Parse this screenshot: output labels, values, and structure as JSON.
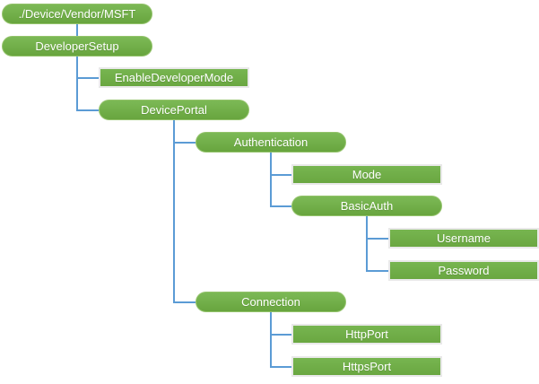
{
  "diagram": {
    "background_color": "#ffffff",
    "node_fill_color": "#70ad47",
    "node_fill_gradient_top": "#7cb956",
    "node_fill_gradient_bottom": "#68a53e",
    "pill_border_color": "#94c36c",
    "rect_border_color": "#e9e9e9",
    "connector_color": "#5b9bd5",
    "text_color": "#ffffff"
  },
  "nodes": [
    {
      "id": "root",
      "label": "./Device/Vendor/MSFT",
      "shape": "pill",
      "level": 0,
      "row": 0,
      "parent": null
    },
    {
      "id": "developer-setup",
      "label": "DeveloperSetup",
      "shape": "pill",
      "level": 0,
      "row": 1,
      "parent": "root"
    },
    {
      "id": "enable-developer-mode",
      "label": "EnableDeveloperMode",
      "shape": "rect",
      "level": 1,
      "row": 2,
      "parent": "developer-setup"
    },
    {
      "id": "device-portal",
      "label": "DevicePortal",
      "shape": "pill",
      "level": 1,
      "row": 3,
      "parent": "developer-setup"
    },
    {
      "id": "authentication",
      "label": "Authentication",
      "shape": "pill",
      "level": 2,
      "row": 4,
      "parent": "device-portal"
    },
    {
      "id": "mode",
      "label": "Mode",
      "shape": "rect",
      "level": 3,
      "row": 5,
      "parent": "authentication"
    },
    {
      "id": "basic-auth",
      "label": "BasicAuth",
      "shape": "pill",
      "level": 3,
      "row": 6,
      "parent": "authentication"
    },
    {
      "id": "username",
      "label": "Username",
      "shape": "rect",
      "level": 4,
      "row": 7,
      "parent": "basic-auth"
    },
    {
      "id": "password",
      "label": "Password",
      "shape": "rect",
      "level": 4,
      "row": 8,
      "parent": "basic-auth"
    },
    {
      "id": "connection",
      "label": "Connection",
      "shape": "pill",
      "level": 2,
      "row": 9,
      "parent": "device-portal"
    },
    {
      "id": "http-port",
      "label": "HttpPort",
      "shape": "rect",
      "level": 3,
      "row": 10,
      "parent": "connection"
    },
    {
      "id": "https-port",
      "label": "HttpsPort",
      "shape": "rect",
      "level": 3,
      "row": 11,
      "parent": "connection"
    }
  ]
}
